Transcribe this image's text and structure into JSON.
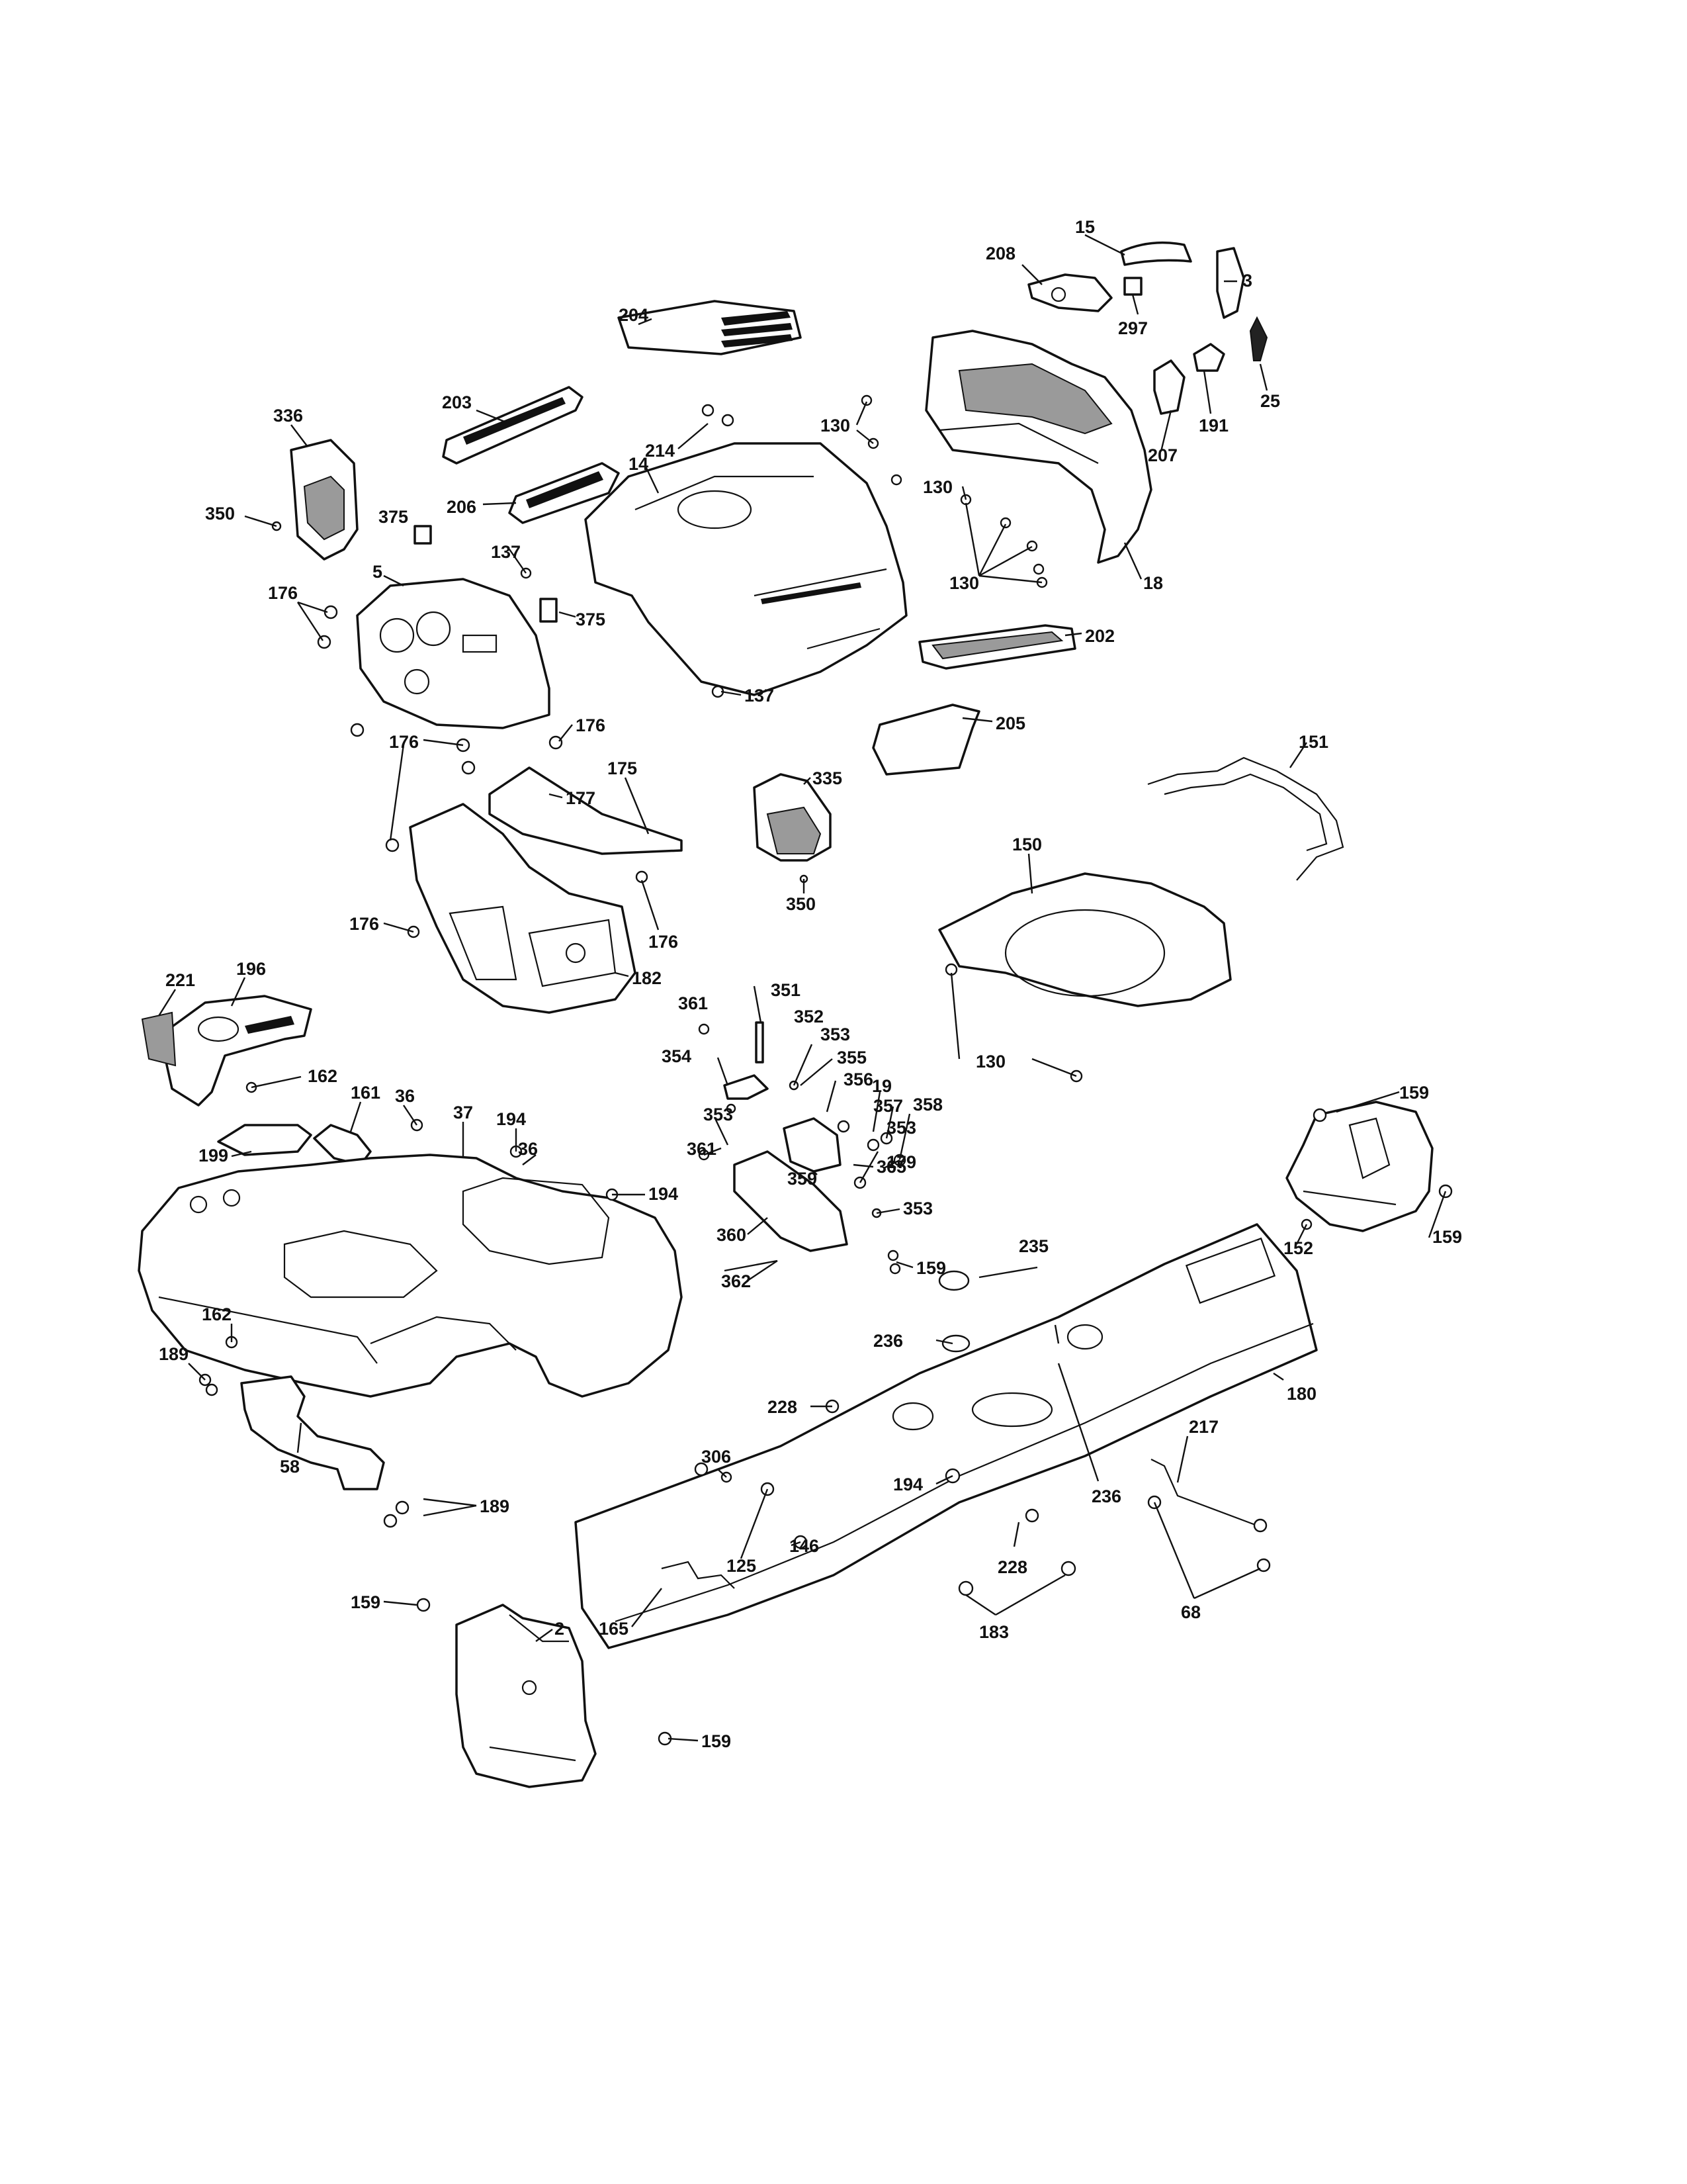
{
  "callouts": [
    {
      "id": "c15",
      "text": "15"
    },
    {
      "id": "c208",
      "text": "208"
    },
    {
      "id": "c3",
      "text": "3"
    },
    {
      "id": "c297",
      "text": "297"
    },
    {
      "id": "c204",
      "text": "204"
    },
    {
      "id": "c25",
      "text": "25"
    },
    {
      "id": "c130a",
      "text": "130"
    },
    {
      "id": "c191",
      "text": "191"
    },
    {
      "id": "c203",
      "text": "203"
    },
    {
      "id": "c336",
      "text": "336"
    },
    {
      "id": "c214",
      "text": "214"
    },
    {
      "id": "c14",
      "text": "14"
    },
    {
      "id": "c130b",
      "text": "130"
    },
    {
      "id": "c207",
      "text": "207"
    },
    {
      "id": "c206",
      "text": "206"
    },
    {
      "id": "c350a",
      "text": "350"
    },
    {
      "id": "c375a",
      "text": "375"
    },
    {
      "id": "c137a",
      "text": "137"
    },
    {
      "id": "c130c",
      "text": "130"
    },
    {
      "id": "c18",
      "text": "18"
    },
    {
      "id": "c176a",
      "text": "176"
    },
    {
      "id": "c5",
      "text": "5"
    },
    {
      "id": "c375b",
      "text": "375"
    },
    {
      "id": "c202",
      "text": "202"
    },
    {
      "id": "c137b",
      "text": "137"
    },
    {
      "id": "c176b",
      "text": "176"
    },
    {
      "id": "c176c",
      "text": "176"
    },
    {
      "id": "c205",
      "text": "205"
    },
    {
      "id": "c175",
      "text": "175"
    },
    {
      "id": "c177",
      "text": "177"
    },
    {
      "id": "c151",
      "text": "151"
    },
    {
      "id": "c335",
      "text": "335"
    },
    {
      "id": "c150",
      "text": "150"
    },
    {
      "id": "c350b",
      "text": "350"
    },
    {
      "id": "c176d",
      "text": "176"
    },
    {
      "id": "c176e",
      "text": "176"
    },
    {
      "id": "c182",
      "text": "182"
    },
    {
      "id": "c221",
      "text": "221"
    },
    {
      "id": "c196",
      "text": "196"
    },
    {
      "id": "c361a",
      "text": "361"
    },
    {
      "id": "c351",
      "text": "351"
    },
    {
      "id": "c352",
      "text": "352"
    },
    {
      "id": "c130d",
      "text": "130"
    },
    {
      "id": "c354",
      "text": "354"
    },
    {
      "id": "c353a",
      "text": "353"
    },
    {
      "id": "c355",
      "text": "355"
    },
    {
      "id": "c162a",
      "text": "162"
    },
    {
      "id": "c356",
      "text": "356"
    },
    {
      "id": "c161",
      "text": "161"
    },
    {
      "id": "c36a",
      "text": "36"
    },
    {
      "id": "c19",
      "text": "19"
    },
    {
      "id": "c353b",
      "text": "353"
    },
    {
      "id": "c357",
      "text": "357"
    },
    {
      "id": "c358",
      "text": "358"
    },
    {
      "id": "c37",
      "text": "37"
    },
    {
      "id": "c194a",
      "text": "194"
    },
    {
      "id": "c159a",
      "text": "159"
    },
    {
      "id": "c36b",
      "text": "36"
    },
    {
      "id": "c353c",
      "text": "353"
    },
    {
      "id": "c361b",
      "text": "361"
    },
    {
      "id": "c179",
      "text": "179"
    },
    {
      "id": "c199",
      "text": "199"
    },
    {
      "id": "c359",
      "text": "359"
    },
    {
      "id": "c365",
      "text": "365"
    },
    {
      "id": "c194b",
      "text": "194"
    },
    {
      "id": "c353d",
      "text": "353"
    },
    {
      "id": "c360",
      "text": "360"
    },
    {
      "id": "c152",
      "text": "152"
    },
    {
      "id": "c159b",
      "text": "159"
    },
    {
      "id": "c235",
      "text": "235"
    },
    {
      "id": "c159c",
      "text": "159"
    },
    {
      "id": "c362",
      "text": "362"
    },
    {
      "id": "c236a",
      "text": "236"
    },
    {
      "id": "c162b",
      "text": "162"
    },
    {
      "id": "c180",
      "text": "180"
    },
    {
      "id": "c189a",
      "text": "189"
    },
    {
      "id": "c228a",
      "text": "228"
    },
    {
      "id": "c217",
      "text": "217"
    },
    {
      "id": "c58",
      "text": "58"
    },
    {
      "id": "c306",
      "text": "306"
    },
    {
      "id": "c194c",
      "text": "194"
    },
    {
      "id": "c236b",
      "text": "236"
    },
    {
      "id": "c189b",
      "text": "189"
    },
    {
      "id": "c146",
      "text": "146"
    },
    {
      "id": "c125",
      "text": "125"
    },
    {
      "id": "c228b",
      "text": "228"
    },
    {
      "id": "c68",
      "text": "68"
    },
    {
      "id": "c159d",
      "text": "159"
    },
    {
      "id": "c165",
      "text": "165"
    },
    {
      "id": "c183",
      "text": "183"
    },
    {
      "id": "c2",
      "text": "2"
    },
    {
      "id": "c159e",
      "text": "159"
    }
  ]
}
